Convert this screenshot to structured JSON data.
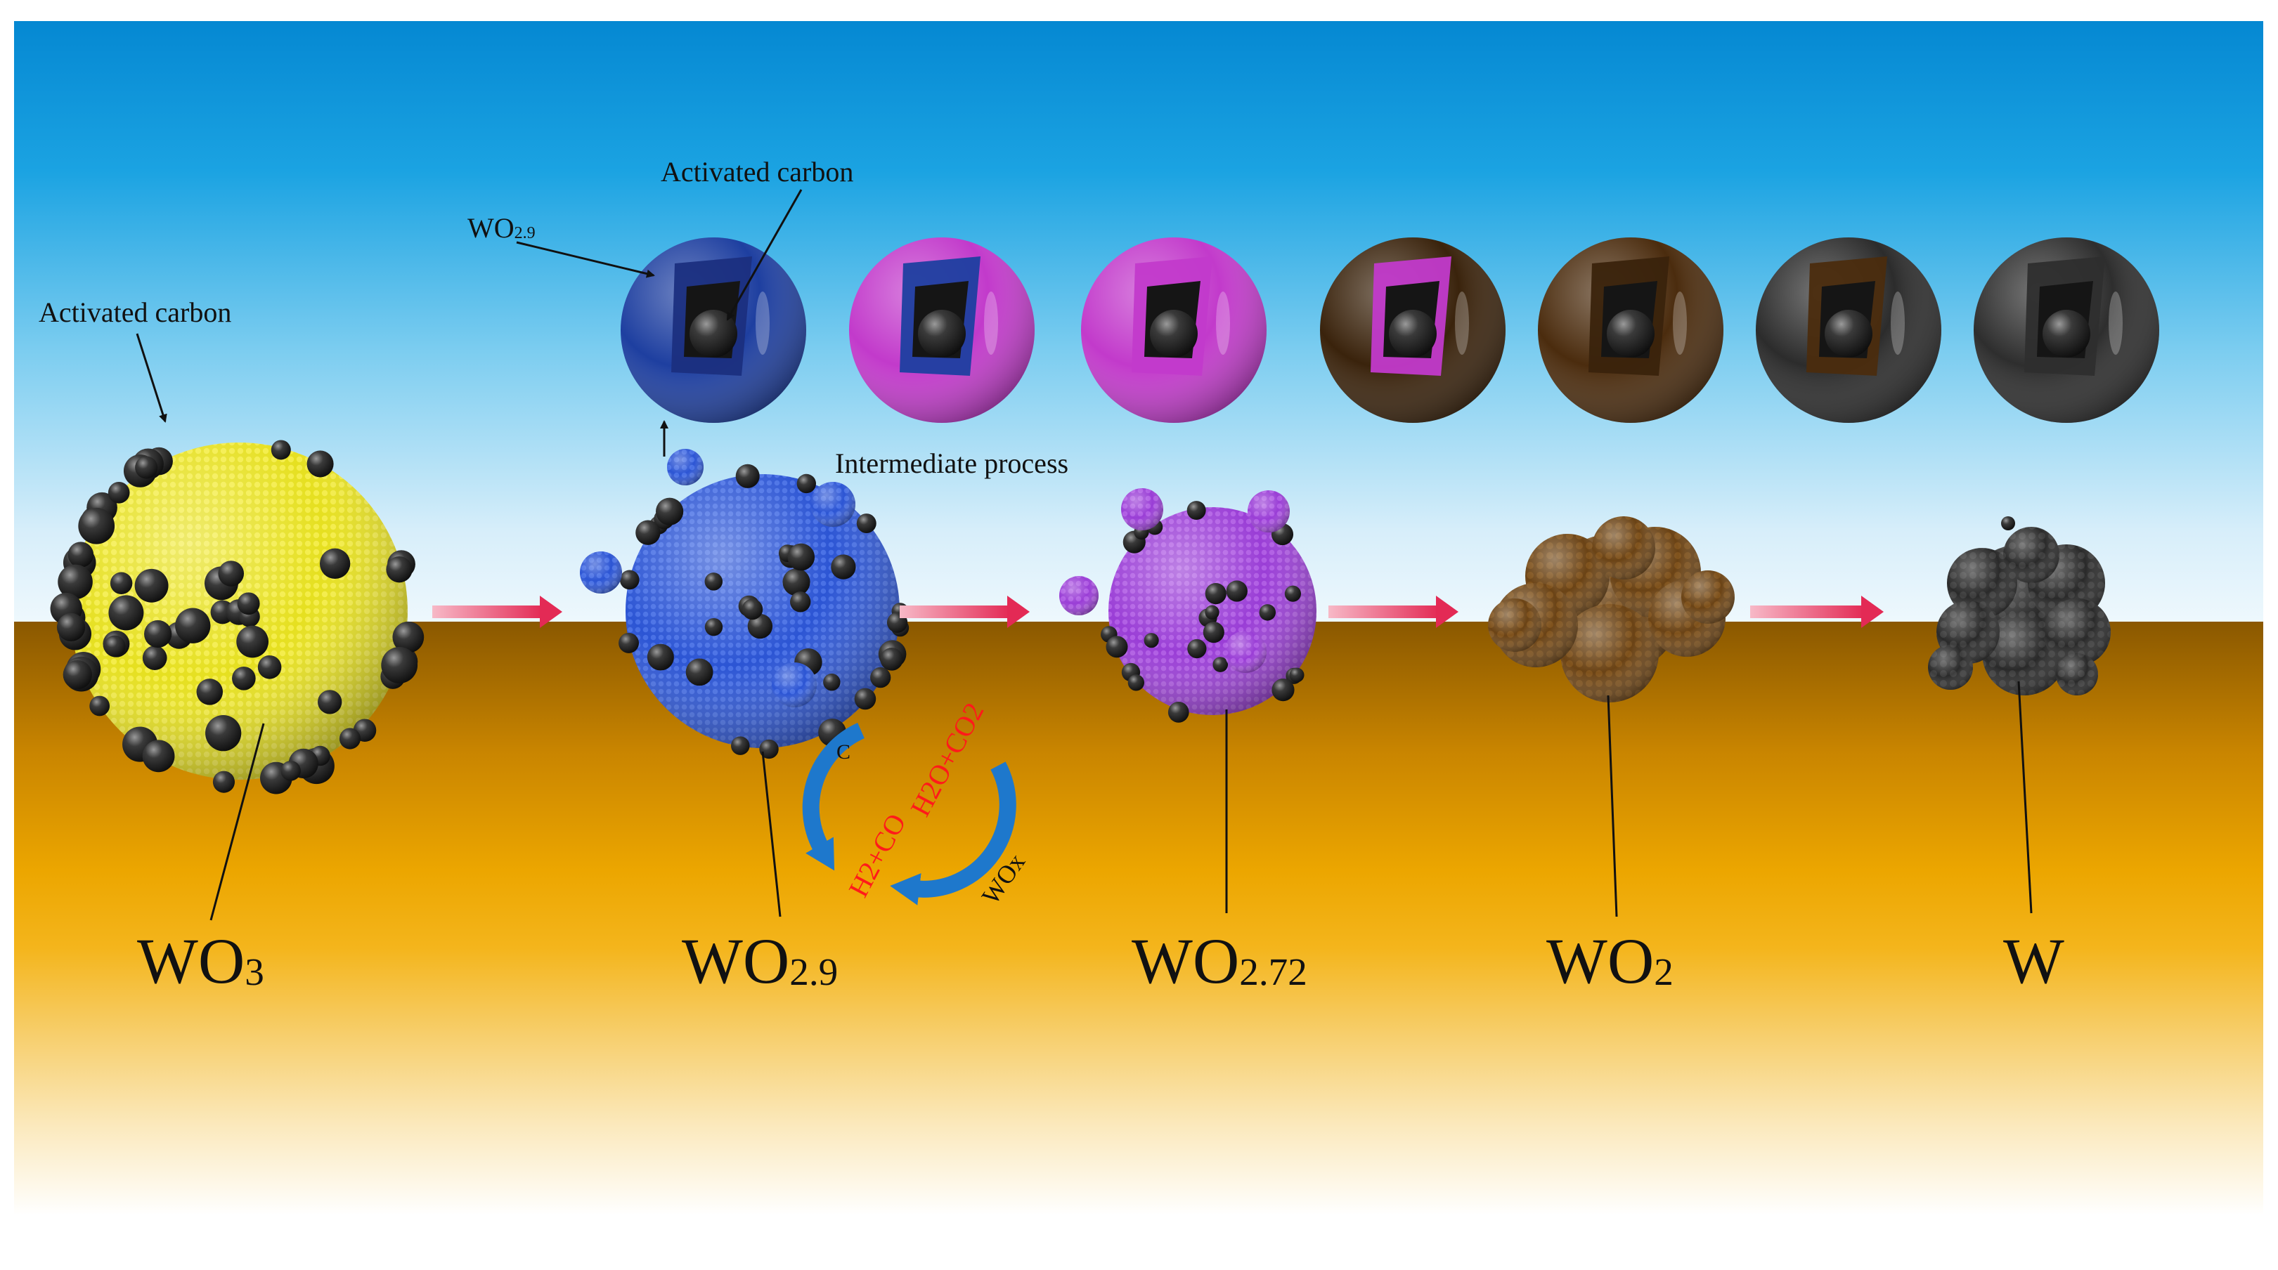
{
  "labels": {
    "activated_carbon_left": "Activated carbon",
    "activated_carbon_top": "Activated carbon",
    "wo29_small": {
      "main": "WO",
      "sub": "2.9"
    },
    "intermediate_process": "Intermediate process"
  },
  "stages": [
    {
      "main": "WO",
      "sub": "3"
    },
    {
      "main": "WO",
      "sub": "2.9"
    },
    {
      "main": "WO",
      "sub": "2.72"
    },
    {
      "main": "WO",
      "sub": "2"
    },
    {
      "main": "W",
      "sub": ""
    }
  ],
  "cycle": {
    "c_label": "C",
    "h2o_co2": "H2O+CO2",
    "h2_co": "H2+CO",
    "wox": "WOx"
  },
  "colors": {
    "wo3": "#e6e020",
    "wo29": "#2c55d4",
    "wo272": "#9a3ed6",
    "wo2": "#6b4315",
    "w": "#2a2a2a",
    "shell_magenta": "#c23acb",
    "arrow": "#e8365e",
    "cycle_arrow": "#1e78cc",
    "cycle_text": "#ff1a1a"
  },
  "core_shell_spheres": [
    {
      "shell": "#1e3fa0",
      "inner": "#1b2f80"
    },
    {
      "shell": "#c23acb",
      "inner": "#1e3fa0"
    },
    {
      "shell": "#c23acb",
      "inner": "#c23acb"
    },
    {
      "shell": "#3a230c",
      "inner": "#c23acb"
    },
    {
      "shell": "#4b2c0e",
      "inner": "#3a230c"
    },
    {
      "shell": "#2c2c2c",
      "inner": "#4b2c0e"
    },
    {
      "shell": "#2e2e2e",
      "inner": "#2e2e2e"
    }
  ]
}
